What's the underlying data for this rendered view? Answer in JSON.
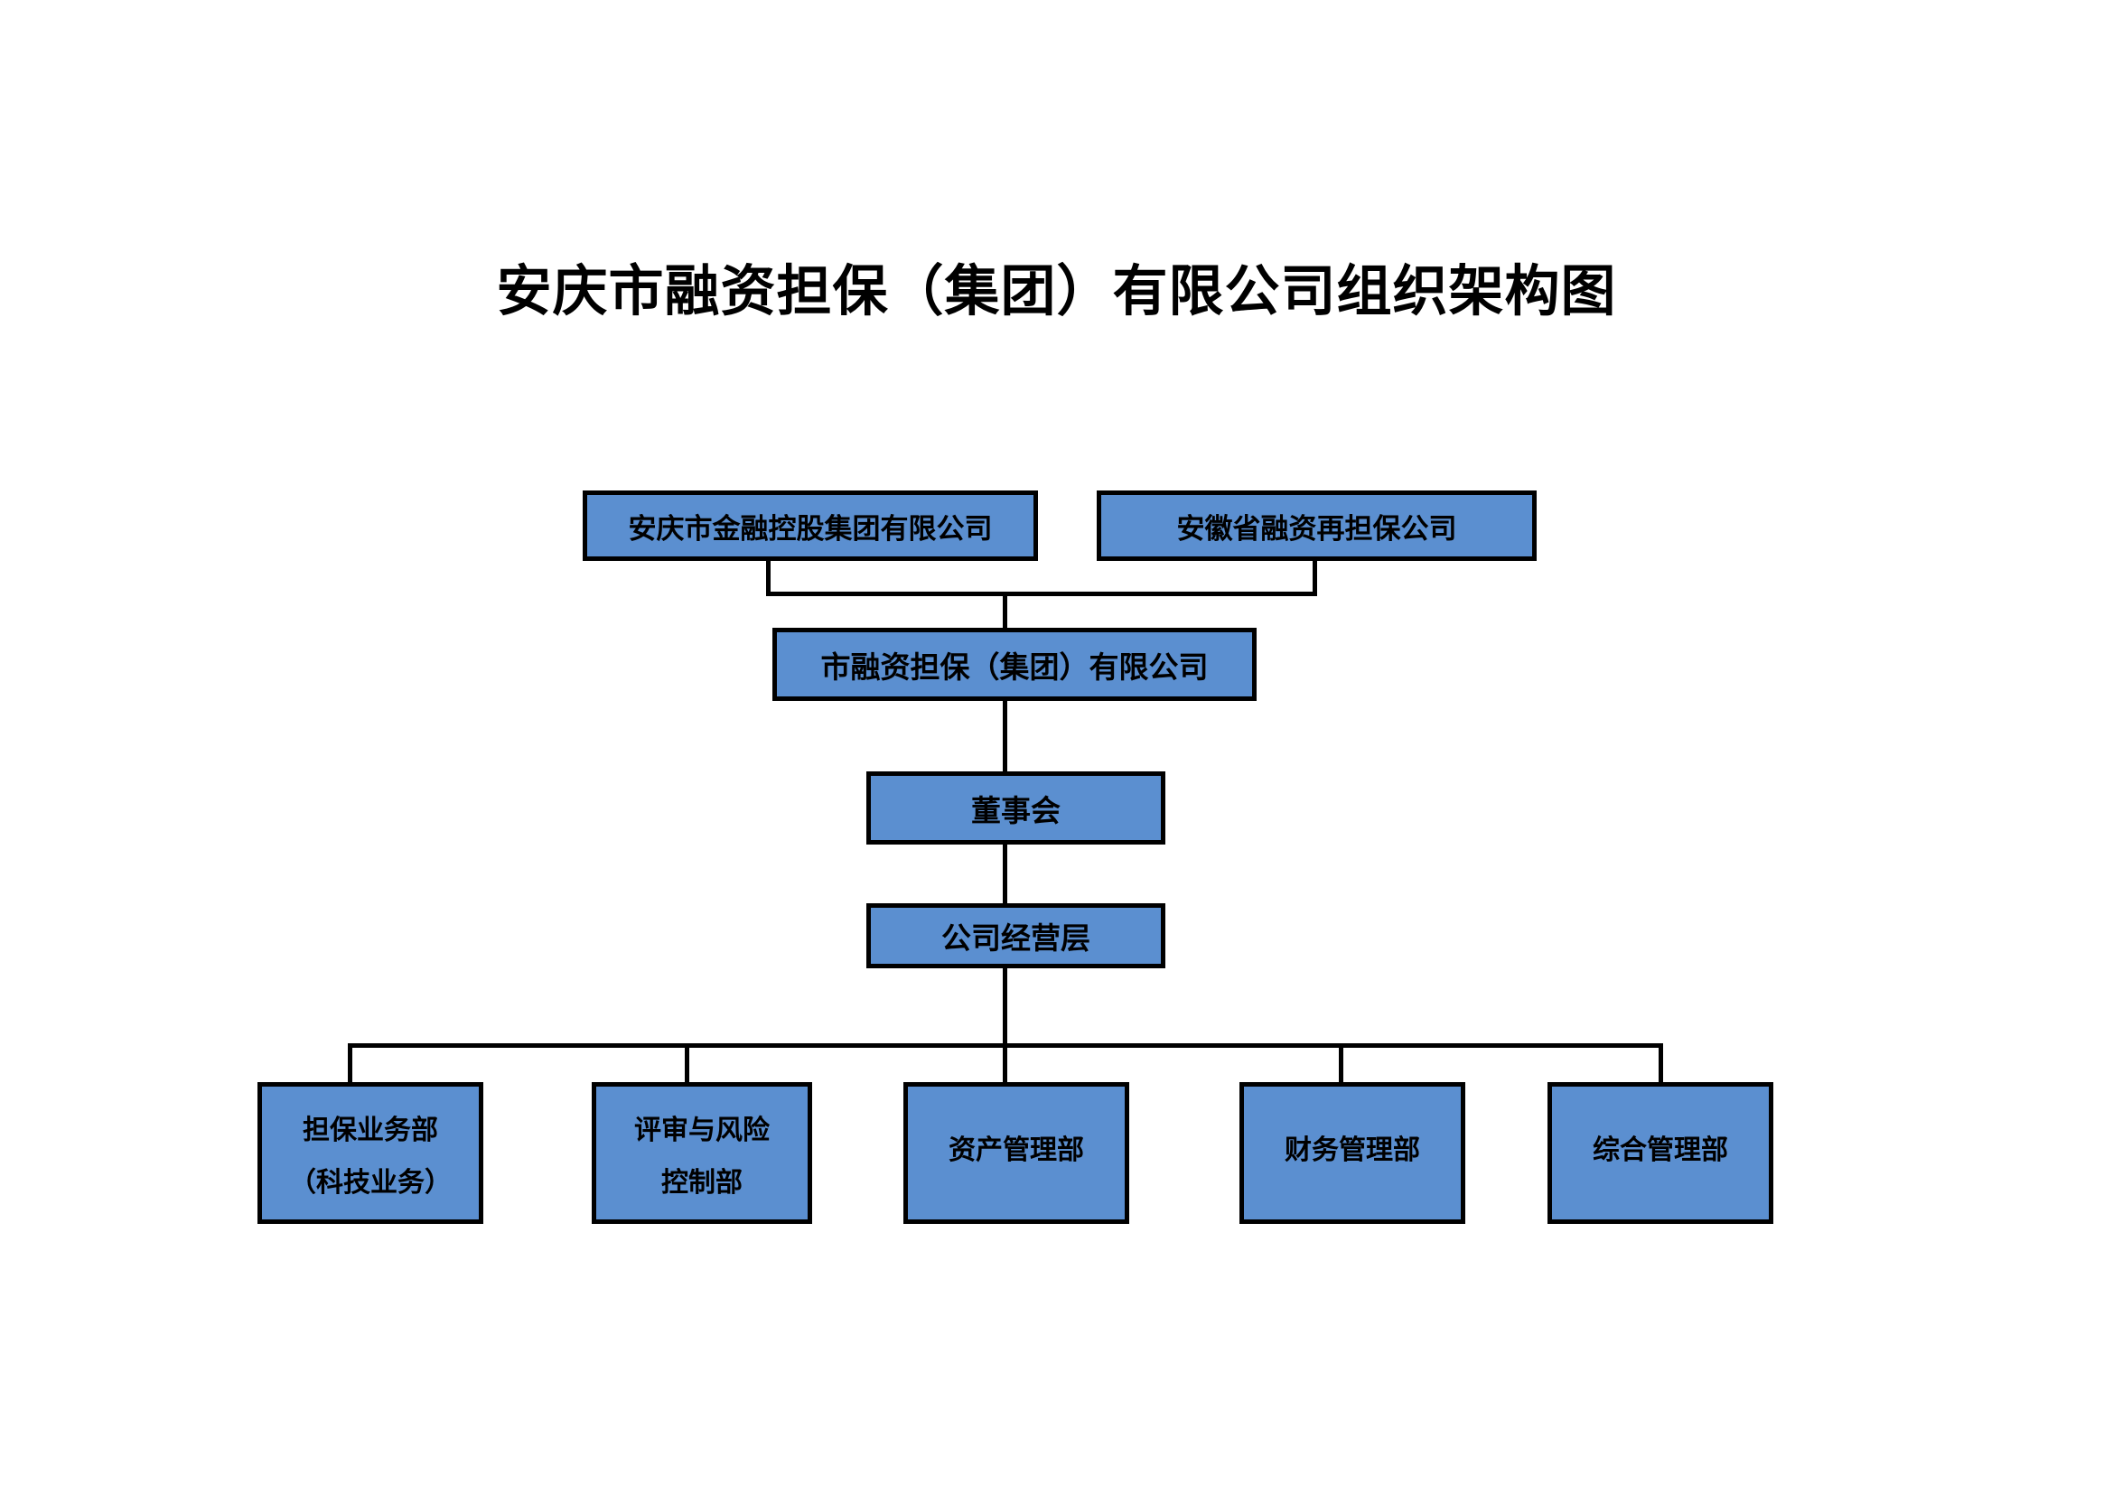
{
  "chart": {
    "title": "安庆市融资担保（集团）有限公司组织架构图",
    "type": "org-chart",
    "colors": {
      "node_fill": "#5B8FD0",
      "node_border": "#000000",
      "connector": "#000000",
      "text": "#000000",
      "background": "#FFFFFF"
    }
  },
  "nodes": {
    "holding": {
      "label": "安庆市金融控股集团有限公司",
      "level": 0
    },
    "reguarantee": {
      "label": "安徽省融资再担保公司",
      "level": 0
    },
    "city_company": {
      "label": "市融资担保（集团）有限公司",
      "level": 1
    },
    "board": {
      "label": "董事会",
      "level": 2
    },
    "management": {
      "label": "公司经营层",
      "level": 3
    }
  },
  "departments": [
    {
      "line1": "担保业务部",
      "line2": "（科技业务）"
    },
    {
      "line1": "评审与风险",
      "line2": "控制部"
    },
    {
      "line1": "资产管理部",
      "line2": ""
    },
    {
      "line1": "财务管理部",
      "line2": ""
    },
    {
      "line1": "综合管理部",
      "line2": ""
    }
  ],
  "hierarchy": {
    "edges": [
      {
        "from": "holding",
        "to": "city_company"
      },
      {
        "from": "reguarantee",
        "to": "city_company"
      },
      {
        "from": "city_company",
        "to": "board"
      },
      {
        "from": "board",
        "to": "management"
      },
      {
        "from": "management",
        "to": "departments[0]"
      },
      {
        "from": "management",
        "to": "departments[1]"
      },
      {
        "from": "management",
        "to": "departments[2]"
      },
      {
        "from": "management",
        "to": "departments[3]"
      },
      {
        "from": "management",
        "to": "departments[4]"
      }
    ]
  }
}
